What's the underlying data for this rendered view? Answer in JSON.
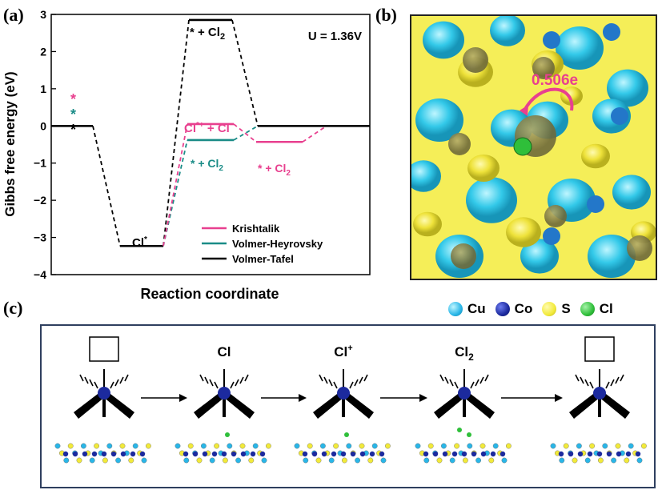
{
  "panels": {
    "a": "(a)",
    "b": "(b)",
    "c": "(c)"
  },
  "annotation_u": "U = 1.36V",
  "charge_label": "0.506e",
  "atom_legend": [
    {
      "label": "Cu",
      "color": "#29b6e8"
    },
    {
      "label": "Co",
      "color": "#1c2a9e"
    },
    {
      "label": "S",
      "color": "#f2ea3a"
    },
    {
      "label": "Cl",
      "color": "#2fbf3a"
    }
  ],
  "colors": {
    "krishtalik": "#e8408f",
    "volmer_heyrovsky": "#1a8c87",
    "volmer_tafel": "#000000"
  },
  "chart_data": {
    "type": "line",
    "title": "",
    "xlabel": "Reaction coordinate",
    "ylabel": "Gibbs free energy (eV)",
    "ylim": [
      -4,
      3
    ],
    "yticks": [
      "−4",
      "−3",
      "−2",
      "−1",
      "0",
      "1",
      "2",
      "3"
    ],
    "series": [
      {
        "name": "Krishtalik",
        "values": [
          0,
          -3.23,
          0.05,
          -0.43,
          0
        ]
      },
      {
        "name": "Volmer-Heyrovsky",
        "values": [
          0,
          -3.23,
          -0.38,
          0
        ]
      },
      {
        "name": "Volmer-Tafel",
        "values": [
          0,
          -3.23,
          2.85,
          0
        ]
      }
    ],
    "state_labels": {
      "cl_star": "Cl*",
      "star_cl2_top": "* + Cl2",
      "cl_plus": "Cl*+ + Cl−",
      "star_cl2_vh": "* + Cl2",
      "star_cl2_k": "* + Cl2"
    },
    "initial_markers": [
      "*",
      "*",
      "*"
    ]
  },
  "mechanism": {
    "steps": [
      "",
      "Cl",
      "Cl+",
      "Cl2",
      ""
    ]
  }
}
